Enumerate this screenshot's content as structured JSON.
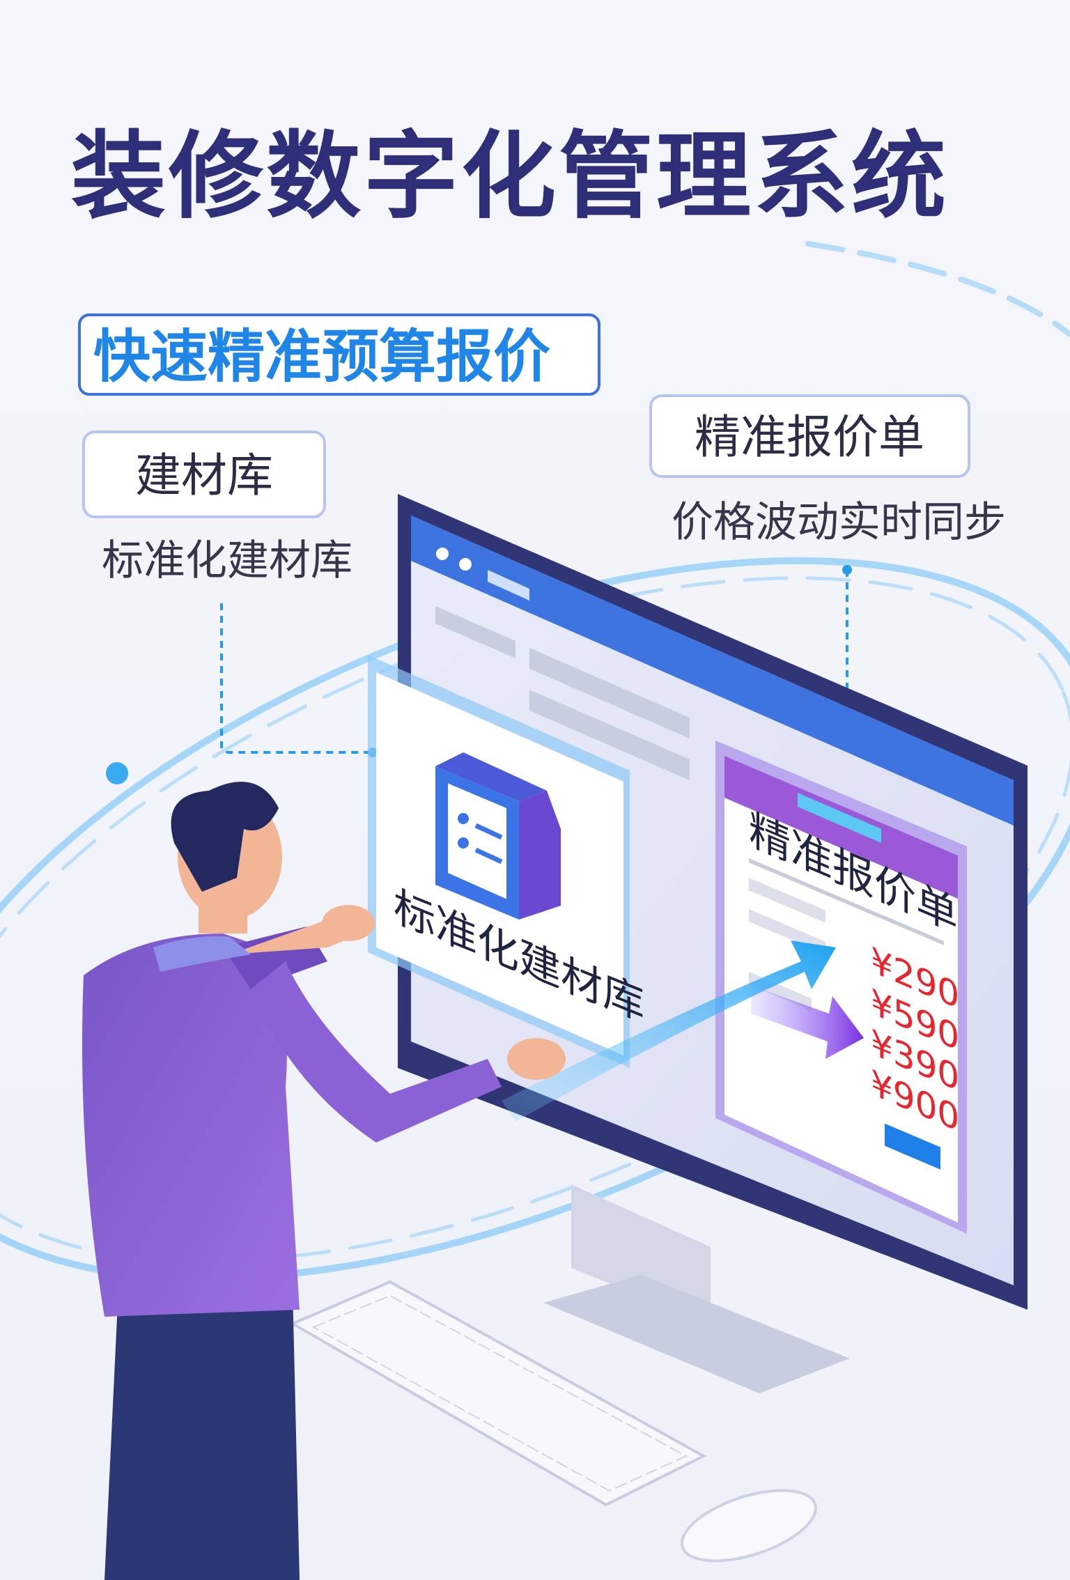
{
  "title": "装修数字化管理系统",
  "subtitle": "快速精准预算报价",
  "left_callout": {
    "tag": "建材库",
    "caption": "标准化建材库"
  },
  "right_callout": {
    "tag": "精准报价单",
    "caption": "价格波动实时同步"
  },
  "material_panel": {
    "label": "标准化建材库",
    "icon": "material-box-icon"
  },
  "quote_panel": {
    "title": "精准报价单",
    "prices": [
      "¥290",
      "¥590",
      "¥390",
      "¥900"
    ]
  },
  "colors": {
    "title": "#2e2f78",
    "accent": "#1f86e8",
    "price": "#e8242c",
    "purple": "#8a55d6"
  }
}
